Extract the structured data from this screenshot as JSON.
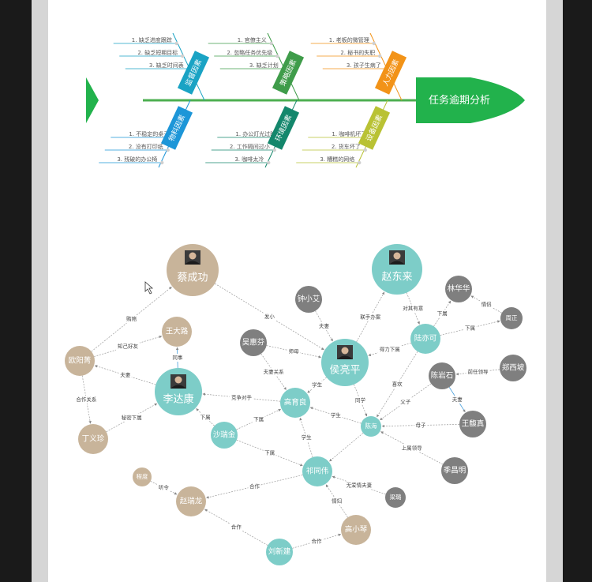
{
  "fishbone": {
    "title": "任务逾期分析",
    "categories": [
      {
        "label": "监督因素",
        "color": "#1aa3c4",
        "items": [
          "1. 缺乏进度跟踪",
          "2. 缺乏短期目标",
          "3. 缺乏时间表"
        ]
      },
      {
        "label": "策略因素",
        "color": "#3f9c4a",
        "items": [
          "1. 官僚主义",
          "2. 忽略任务优先级",
          "3. 缺乏计划"
        ]
      },
      {
        "label": "人力因素",
        "color": "#f29318",
        "items": [
          "1. 老板的微管理",
          "2. 秘书的失职",
          "3. 孩子生病了"
        ]
      },
      {
        "label": "物料因素",
        "color": "#1d96d8",
        "items": [
          "1. 不稳定的桌子",
          "2. 没有打印纸",
          "3. 残破的办公椅"
        ]
      },
      {
        "label": "环境因素",
        "color": "#14876c",
        "items": [
          "1. 办公灯光过暗",
          "2. 工作隔间过小",
          "3. 咖啡太冷"
        ]
      },
      {
        "label": "设备因素",
        "color": "#b9c234",
        "items": [
          "1. 咖啡机坏了",
          "2. 货车坏了",
          "3. 糟糕的网络"
        ]
      }
    ]
  },
  "network": {
    "nodes": [
      {
        "id": "cai",
        "label": "蔡成功",
        "color": "#c8b49a",
        "photo": true
      },
      {
        "id": "zhao",
        "label": "赵东来",
        "color": "#7dcdc8",
        "photo": true
      },
      {
        "id": "hou",
        "label": "侯亮平",
        "color": "#7dcdc8",
        "photo": true
      },
      {
        "id": "li",
        "label": "李达康",
        "color": "#7dcdc8",
        "photo": true
      },
      {
        "id": "wang",
        "label": "王大路",
        "color": "#c8b49a",
        "photo": false
      },
      {
        "id": "ouyang",
        "label": "欧阳菁",
        "color": "#c8b49a",
        "photo": false
      },
      {
        "id": "ding",
        "label": "丁义珍",
        "color": "#c8b49a",
        "photo": false
      },
      {
        "id": "zhong",
        "label": "钟小艾",
        "color": "#7f7f7f",
        "photo": false
      },
      {
        "id": "wu",
        "label": "吴惠芬",
        "color": "#7f7f7f",
        "photo": false
      },
      {
        "id": "gao",
        "label": "高育良",
        "color": "#7dcdc8",
        "photo": false
      },
      {
        "id": "sha",
        "label": "沙瑞金",
        "color": "#7dcdc8",
        "photo": false
      },
      {
        "id": "qi",
        "label": "祁同伟",
        "color": "#7dcdc8",
        "photo": false
      },
      {
        "id": "chenhai",
        "label": "陈海",
        "color": "#7dcdc8",
        "photo": false
      },
      {
        "id": "lu",
        "label": "陆亦可",
        "color": "#7dcdc8",
        "photo": false
      },
      {
        "id": "lin",
        "label": "林华华",
        "color": "#7f7f7f",
        "photo": false
      },
      {
        "id": "zhou",
        "label": "周正",
        "color": "#7f7f7f",
        "photo": false
      },
      {
        "id": "zheng",
        "label": "郑西坡",
        "color": "#7f7f7f",
        "photo": false
      },
      {
        "id": "chenyan",
        "label": "陈岩石",
        "color": "#7f7f7f",
        "photo": false
      },
      {
        "id": "wangfz",
        "label": "王馥真",
        "color": "#7f7f7f",
        "photo": false
      },
      {
        "id": "ji",
        "label": "季昌明",
        "color": "#7f7f7f",
        "photo": false
      },
      {
        "id": "liang",
        "label": "梁璐",
        "color": "#7f7f7f",
        "photo": false
      },
      {
        "id": "gaoxq",
        "label": "高小琴",
        "color": "#c8b49a",
        "photo": false
      },
      {
        "id": "liu",
        "label": "刘新建",
        "color": "#7dcdc8",
        "photo": false
      },
      {
        "id": "zhaorl",
        "label": "赵瑞龙",
        "color": "#c8b49a",
        "photo": false
      },
      {
        "id": "cheng",
        "label": "程度",
        "color": "#c8b49a",
        "photo": false
      }
    ],
    "edges": [
      {
        "from": "ouyang",
        "to": "cai",
        "label": "贿赂"
      },
      {
        "from": "ouyang",
        "to": "wang",
        "label": "知己好友"
      },
      {
        "from": "li",
        "to": "wang",
        "label": "同事"
      },
      {
        "from": "li",
        "to": "ouyang",
        "label": "夫妻"
      },
      {
        "from": "ouyang",
        "to": "ding",
        "label": "合作关系"
      },
      {
        "from": "ding",
        "to": "li",
        "label": "秘密下属"
      },
      {
        "from": "sha",
        "to": "li",
        "label": "下属"
      },
      {
        "from": "gao",
        "to": "li",
        "label": "竞争对手"
      },
      {
        "from": "cai",
        "to": "hou",
        "label": "发小"
      },
      {
        "from": "zhong",
        "to": "hou",
        "label": "夫妻"
      },
      {
        "from": "wu",
        "to": "hou",
        "label": "师母"
      },
      {
        "from": "wu",
        "to": "gao",
        "label": "夫妻关系"
      },
      {
        "from": "hou",
        "to": "gao",
        "label": "学生"
      },
      {
        "from": "hou",
        "to": "zhao",
        "label": "联手办案"
      },
      {
        "from": "lu",
        "to": "hou",
        "label": "得力下属"
      },
      {
        "from": "zhao",
        "to": "lu",
        "label": "对其有意"
      },
      {
        "from": "lu",
        "to": "lin",
        "label": "下属"
      },
      {
        "from": "zhou",
        "to": "lin",
        "label": "情侣"
      },
      {
        "from": "lu",
        "to": "zhou",
        "label": "下属"
      },
      {
        "from": "zheng",
        "to": "chenyan",
        "label": "前任领导"
      },
      {
        "from": "chenyan",
        "to": "chenhai",
        "label": "父子"
      },
      {
        "from": "chenyan",
        "to": "wangfz",
        "label": "夫妻"
      },
      {
        "from": "wangfz",
        "to": "chenhai",
        "label": "母子"
      },
      {
        "from": "lu",
        "to": "chenhai",
        "label": "喜欢"
      },
      {
        "from": "hou",
        "to": "chenhai",
        "label": "同学"
      },
      {
        "from": "ji",
        "to": "chenhai",
        "label": "上属领导"
      },
      {
        "from": "chenhai",
        "to": "gao",
        "label": "学生"
      },
      {
        "from": "qi",
        "to": "gao",
        "label": "学生"
      },
      {
        "from": "sha",
        "to": "gao",
        "label": "下属"
      },
      {
        "from": "sha",
        "to": "qi",
        "label": "下属"
      },
      {
        "from": "chenhai",
        "to": "qi",
        "label": ""
      },
      {
        "from": "liang",
        "to": "qi",
        "label": "无爱情夫妻"
      },
      {
        "from": "gaoxq",
        "to": "qi",
        "label": "情妇"
      },
      {
        "from": "qi",
        "to": "zhaorl",
        "label": "合作"
      },
      {
        "from": "cheng",
        "to": "zhaorl",
        "label": "听令"
      },
      {
        "from": "liu",
        "to": "zhaorl",
        "label": "合作"
      },
      {
        "from": "liu",
        "to": "gaoxq",
        "label": "合作"
      }
    ]
  }
}
